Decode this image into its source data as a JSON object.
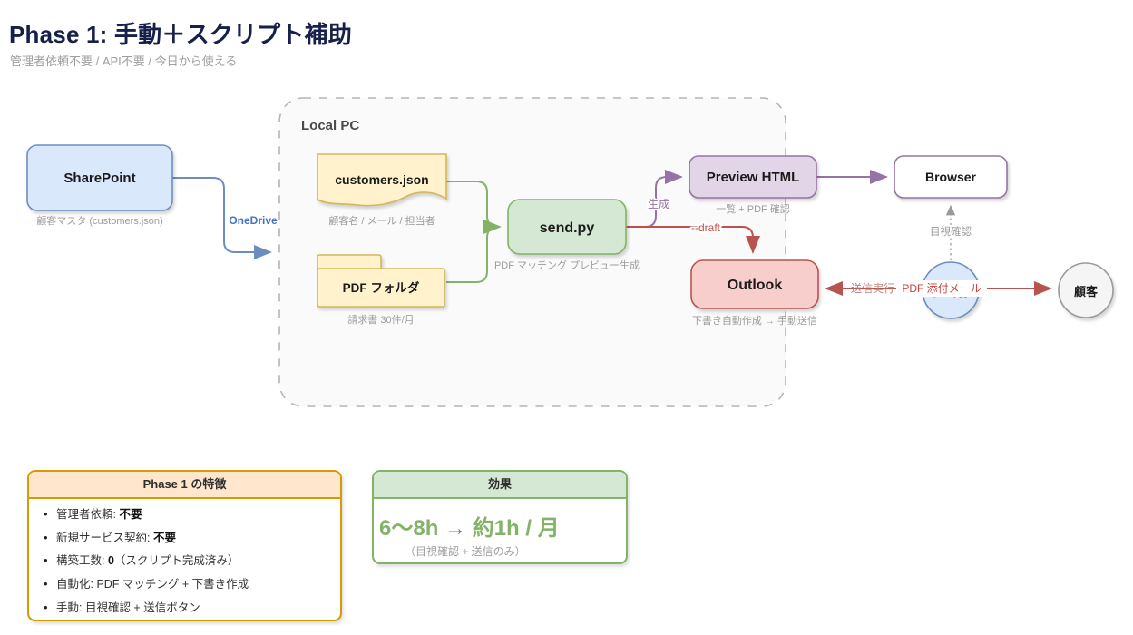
{
  "page": {
    "title": "Phase 1: 手動＋スクリプト補助",
    "subtitle": "管理者依頼不要 / API不要 / 今日から使える"
  },
  "diagram": {
    "container_label": "Local PC",
    "nodes": {
      "sharepoint": {
        "label": "SharePoint",
        "caption": "顧客マスタ (customers.json)"
      },
      "customers_json": {
        "label": "customers.json",
        "caption": "顧客名 / メール / 担当者"
      },
      "pdf_folder": {
        "label": "PDF フォルダ",
        "caption": "請求書 30件/月"
      },
      "send_py": {
        "label": "send.py",
        "caption": "PDF マッチング プレビュー生成"
      },
      "preview_html": {
        "label": "Preview HTML",
        "caption": "一覧 + PDF 確認"
      },
      "browser": {
        "label": "Browser"
      },
      "outlook": {
        "label": "Outlook",
        "caption": "下書き自動作成 → 手動送信"
      },
      "staff": {
        "label": "担当者"
      },
      "customer": {
        "label": "顧客"
      }
    },
    "edge_labels": {
      "onedrive": "OneDrive",
      "generate": "生成",
      "draft": "--draft",
      "visual_check": "目視確認",
      "send_exec": "送信実行",
      "pdf_mail": "PDF 添付メール"
    },
    "colors": {
      "blue_fill": "#dae8fc",
      "blue_stroke": "#6c8ebf",
      "blue_label": "#4472c4",
      "yellow_fill": "#fff2cc",
      "yellow_stroke": "#d6b656",
      "green_fill": "#d5e8d4",
      "green_stroke": "#82b366",
      "purple_fill": "#e1d5e7",
      "purple_stroke": "#9673a6",
      "red_fill": "#f8cecc",
      "red_stroke": "#b85450",
      "orange_fill": "#ffe6cc",
      "orange_stroke": "#d79b00",
      "gray": "#999999"
    }
  },
  "features": {
    "title": "Phase 1 の特徴",
    "items": [
      {
        "prefix": "管理者依頼: ",
        "bold": "不要",
        "suffix": ""
      },
      {
        "prefix": "新規サービス契約: ",
        "bold": "不要",
        "suffix": ""
      },
      {
        "prefix": "構築工数: ",
        "bold": "0",
        "suffix": "（スクリプト完成済み）"
      },
      {
        "prefix": "自動化: PDF マッチング + 下書き作成",
        "bold": "",
        "suffix": ""
      },
      {
        "prefix": "手動: 目視確認 + 送信ボタン",
        "bold": "",
        "suffix": ""
      }
    ]
  },
  "effect": {
    "title": "効果",
    "highlight_from": "6〜8h",
    "highlight_arrow": "→",
    "highlight_to": "約1h / 月",
    "note": "（目視確認 + 送信のみ）"
  }
}
